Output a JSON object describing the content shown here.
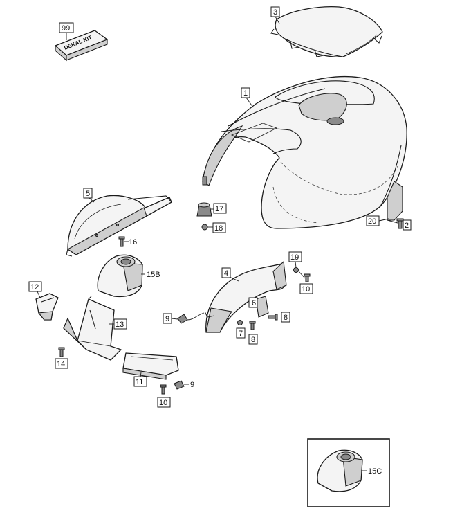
{
  "callouts": {
    "c1": "1",
    "c2": "2",
    "c3": "3",
    "c4": "4",
    "c5": "5",
    "c6": "6",
    "c7": "7",
    "c8a": "8",
    "c8b": "8",
    "c9a": "9",
    "c9b": "9",
    "c10a": "10",
    "c10b": "10",
    "c11": "11",
    "c12": "12",
    "c13": "13",
    "c14": "14",
    "c15b": "15B",
    "c15c": "15C",
    "c16": "16",
    "c17": "17",
    "c18": "18",
    "c19": "19",
    "c20": "20",
    "c99": "99"
  },
  "decal_kit": {
    "label": "DEKAL KIT"
  }
}
